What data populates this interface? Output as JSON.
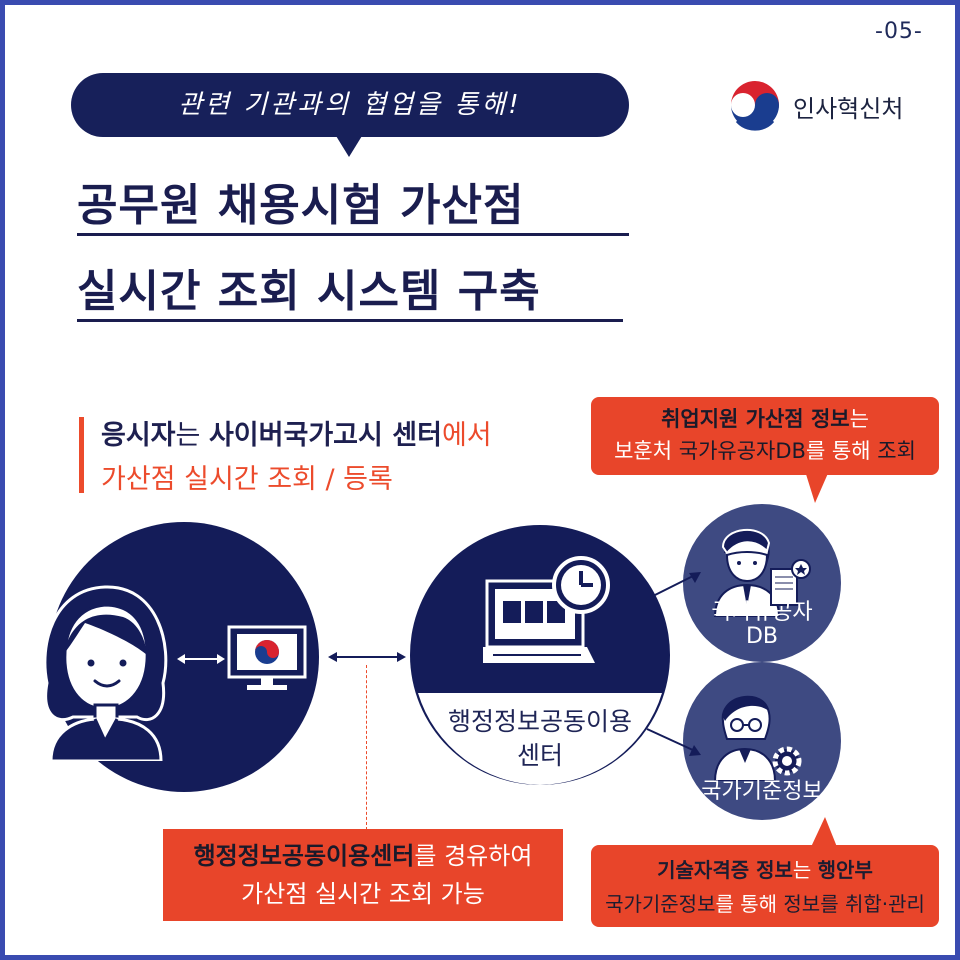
{
  "page_number": "-05-",
  "header": {
    "speech": "관련 기관과의 협업을 통해!",
    "org_name": "인사혁신처"
  },
  "title": {
    "line1": "공무원 채용시험 가산점",
    "line2": "실시간 조회 시스템 구축"
  },
  "intro": {
    "line1": {
      "part1": "응시자",
      "part2": "는 ",
      "part3": "사이버국가고시 센터",
      "part4": "에서"
    },
    "line2": "가산점 실시간 조회 / 등록"
  },
  "center": {
    "label_line1": "행정정보공동이용",
    "label_line2": "센터"
  },
  "db1": {
    "label_line1": "국가유공자",
    "label_line2": "DB"
  },
  "db2": {
    "label": "국가기준정보"
  },
  "callout_top": {
    "line1_bold": "취업지원 가산점 정보",
    "line1_rest": "는",
    "line2_a": "보훈처 ",
    "line2_b": "국가유공자DB",
    "line2_c": "를 통해 ",
    "line2_d": "조회"
  },
  "callout_mid": {
    "line1_bold": "행정정보공동이용센터",
    "line1_rest": "를 경유하여",
    "line2": "가산점 실시간 조회 가능"
  },
  "callout_bottom": {
    "line1_a": "기술자격증 정보",
    "line1_b": "는 ",
    "line1_c": "행안부",
    "line2_a": "국가기준정보",
    "line2_b": "를 통해 ",
    "line2_c": "정보를 취합·관리"
  },
  "icons": {
    "logo": "taegeuk-logo-icon",
    "person": "female-applicant-icon",
    "monitor": "monitor-icon",
    "computer": "computer-clock-icon",
    "db1": "veteran-person-icon",
    "db2": "engineer-person-icon"
  },
  "colors": {
    "navy": "#141c59",
    "orange": "#e8452a",
    "slate": "#3e4a82",
    "border": "#3a4bb0"
  }
}
